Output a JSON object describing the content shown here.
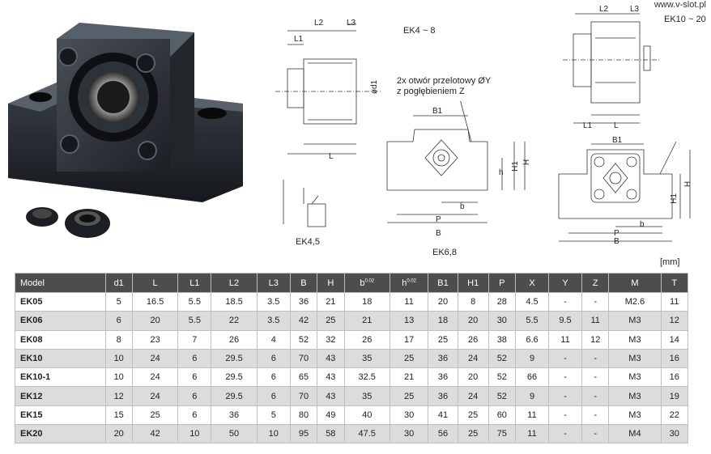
{
  "site_url": "www.v-slot.pl",
  "drawing_labels": {
    "ek4_8": "EK4 ~ 8",
    "ek10_20": "EK10 ~ 20",
    "ek45": "EK4,5",
    "ek68": "EK6,8",
    "note_line1": "2x otwór przelotowy ØY",
    "note_line2": "z pogłębieniem Z",
    "unit": "[mm]",
    "dims": {
      "L": "L",
      "L1": "L1",
      "L2": "L2",
      "L3": "L3",
      "B": "B",
      "B1": "B1",
      "P": "P",
      "b": "b",
      "H": "H",
      "H1": "H1",
      "h": "h",
      "d1": "ød1"
    }
  },
  "table": {
    "headers": [
      "Model",
      "d1",
      "L",
      "L1",
      "L2",
      "L3",
      "B",
      "H",
      "b",
      "h",
      "B1",
      "H1",
      "P",
      "X",
      "Y",
      "Z",
      "M",
      "T"
    ],
    "tolerance_b": "0.02",
    "tolerance_h": "0.02",
    "rows": [
      [
        "EK05",
        "5",
        "16.5",
        "5.5",
        "18.5",
        "3.5",
        "36",
        "21",
        "18",
        "11",
        "20",
        "8",
        "28",
        "4.5",
        "-",
        "-",
        "M2.6",
        "11"
      ],
      [
        "EK06",
        "6",
        "20",
        "5.5",
        "22",
        "3.5",
        "42",
        "25",
        "21",
        "13",
        "18",
        "20",
        "30",
        "5.5",
        "9.5",
        "11",
        "M3",
        "12"
      ],
      [
        "EK08",
        "8",
        "23",
        "7",
        "26",
        "4",
        "52",
        "32",
        "26",
        "17",
        "25",
        "26",
        "38",
        "6.6",
        "11",
        "12",
        "M3",
        "14"
      ],
      [
        "EK10",
        "10",
        "24",
        "6",
        "29.5",
        "6",
        "70",
        "43",
        "35",
        "25",
        "36",
        "24",
        "52",
        "9",
        "-",
        "-",
        "M3",
        "16"
      ],
      [
        "EK10-1",
        "10",
        "24",
        "6",
        "29.5",
        "6",
        "65",
        "43",
        "32.5",
        "21",
        "36",
        "20",
        "52",
        "66",
        "-",
        "-",
        "M3",
        "16"
      ],
      [
        "EK12",
        "12",
        "24",
        "6",
        "29.5",
        "6",
        "70",
        "43",
        "35",
        "25",
        "36",
        "24",
        "52",
        "9",
        "-",
        "-",
        "M3",
        "19"
      ],
      [
        "EK15",
        "15",
        "25",
        "6",
        "36",
        "5",
        "80",
        "49",
        "40",
        "30",
        "41",
        "25",
        "60",
        "11",
        "-",
        "-",
        "M3",
        "22"
      ],
      [
        "EK20",
        "20",
        "42",
        "10",
        "50",
        "10",
        "95",
        "58",
        "47.5",
        "30",
        "56",
        "25",
        "75",
        "11",
        "-",
        "-",
        "M4",
        "30"
      ]
    ]
  }
}
